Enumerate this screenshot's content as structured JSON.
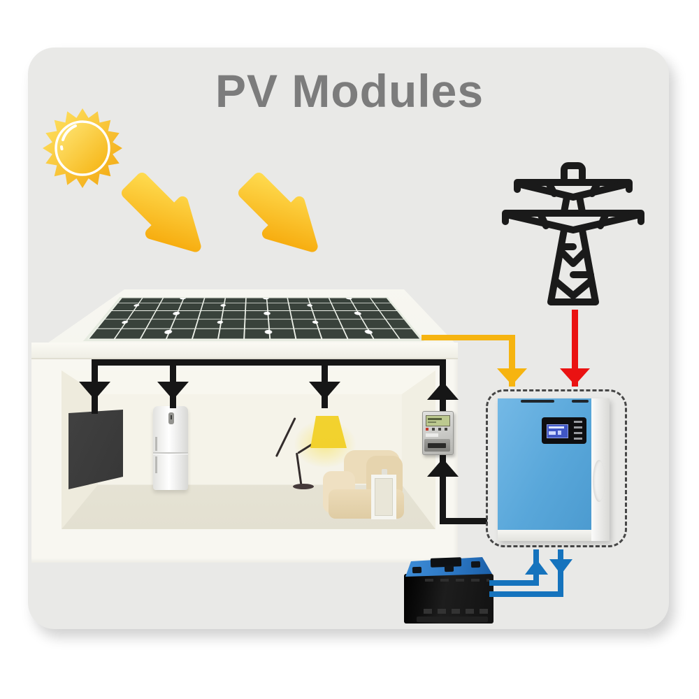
{
  "title": "PV Modules",
  "theme": {
    "card_bg": "#e9e9e7",
    "title_gray": "#7c7c7c",
    "wire_black": "#161616",
    "pv_yellow": "#f6b410",
    "grid_red": "#ea1212",
    "battery_blue": "#1573bd",
    "inverter_blue": "#5ba8da",
    "sun_gold": "#f2a50c"
  },
  "components": {
    "sun": "sun-icon",
    "sunlight_arrows": [
      "sunlight-arrow-1",
      "sunlight-arrow-2"
    ],
    "utility_tower": "power-tower-icon",
    "solar_panel": "pv-module-array",
    "house": "house-cutaway",
    "appliances": [
      "tv",
      "refrigerator",
      "floor-lamp",
      "sofa",
      "lantern-table"
    ],
    "energy_meter": "electric-meter",
    "inverter": "solar-inverter",
    "battery": "storage-battery"
  },
  "flows": [
    {
      "name": "pv-to-inverter",
      "color": "#f6b410"
    },
    {
      "name": "grid-to-inverter",
      "color": "#ea1212"
    },
    {
      "name": "inverter-to-house-loads",
      "color": "#161616"
    },
    {
      "name": "battery-charge-discharge",
      "color": "#1573bd"
    }
  ]
}
